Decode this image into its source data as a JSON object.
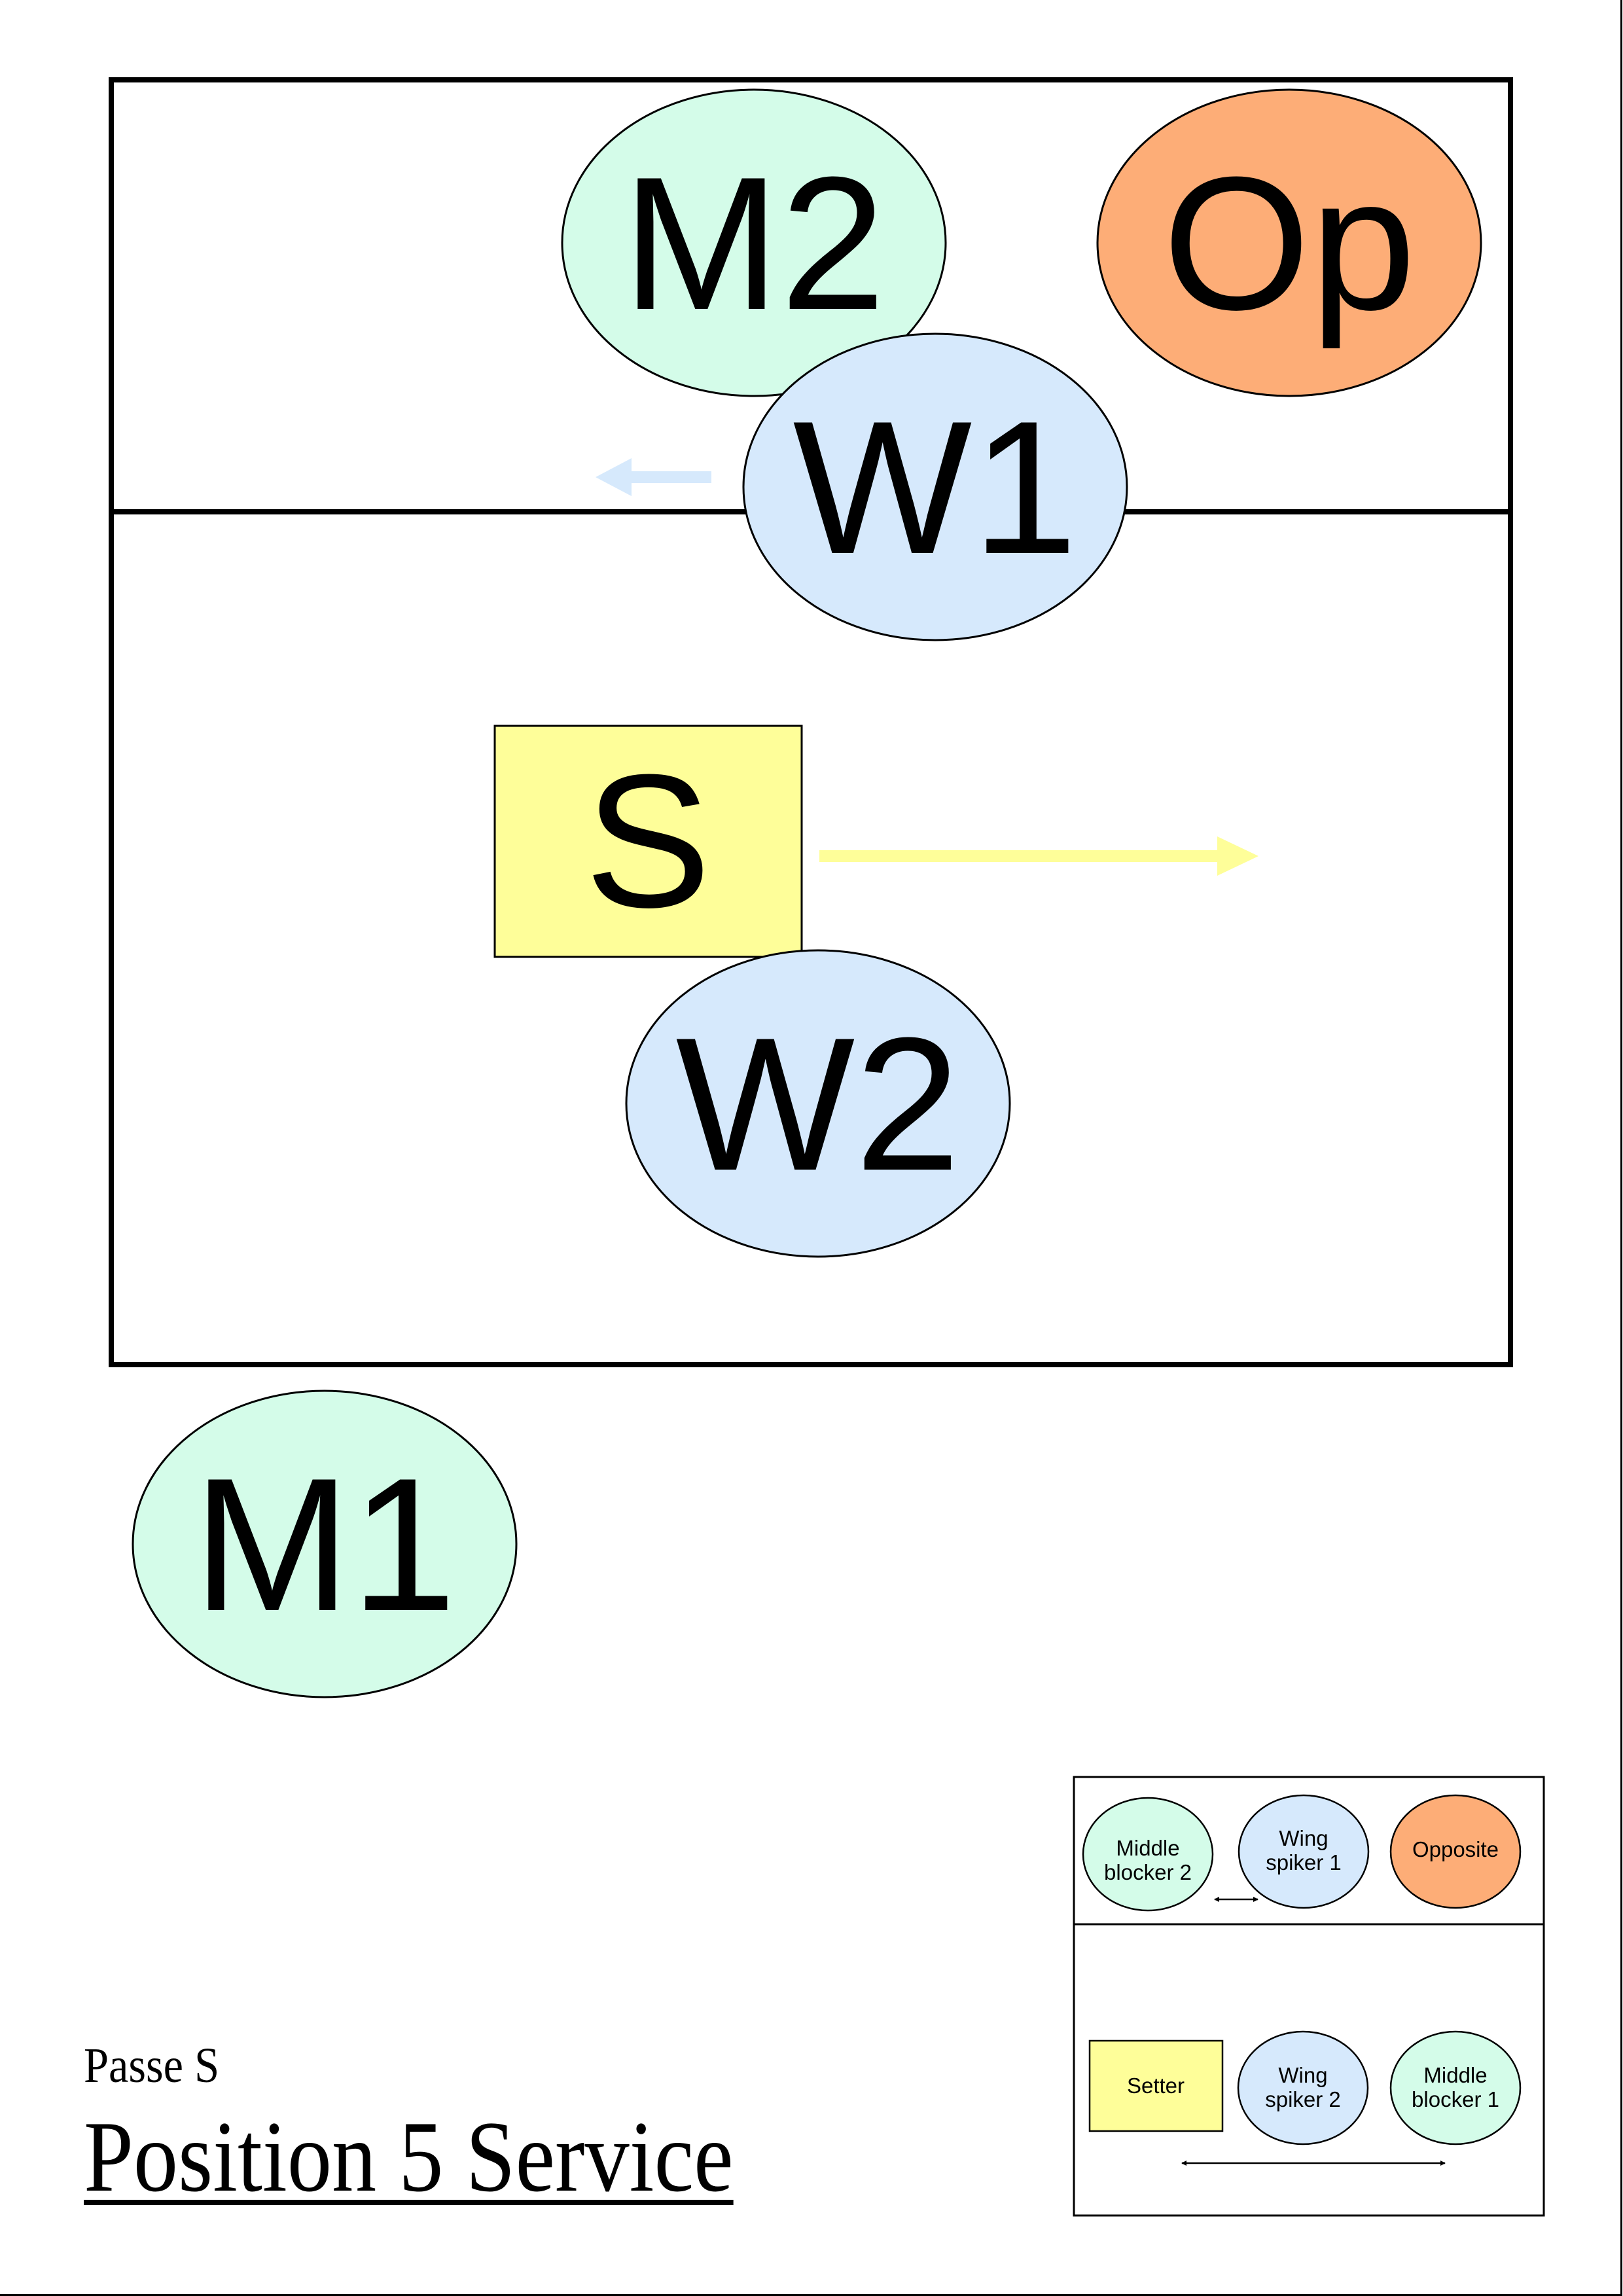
{
  "title": "Position 5 Service",
  "subtitle": "Passe S",
  "colors": {
    "middle_blocker": "#d4fce9",
    "wing_spiker": "#d6e9fc",
    "opposite": "#fdad77",
    "setter": "#fefe99",
    "wing_arrow": "#d6e9fc",
    "setter_arrow": "#fefe99"
  },
  "court": {
    "players": [
      {
        "id": "M2",
        "label": "M2",
        "role": "Middle blocker 2",
        "shape": "ellipse"
      },
      {
        "id": "Op",
        "label": "Op",
        "role": "Opposite",
        "shape": "ellipse"
      },
      {
        "id": "W1",
        "label": "W1",
        "role": "Wing spiker 1",
        "shape": "ellipse"
      },
      {
        "id": "S",
        "label": "S",
        "role": "Setter",
        "shape": "rectangle"
      },
      {
        "id": "W2",
        "label": "W2",
        "role": "Wing spiker 2",
        "shape": "ellipse"
      },
      {
        "id": "M1",
        "label": "M1",
        "role": "Middle blocker 1",
        "shape": "ellipse"
      }
    ],
    "arrows": [
      {
        "from": "W1",
        "direction": "left"
      },
      {
        "from": "S",
        "direction": "right"
      }
    ]
  },
  "legend": {
    "front_row": [
      {
        "line1": "Middle",
        "line2": "blocker 2"
      },
      {
        "line1": "Wing",
        "line2": "spiker 1"
      },
      {
        "line1": "Opposite",
        "line2": ""
      }
    ],
    "back_row": [
      {
        "line1": "Setter",
        "line2": ""
      },
      {
        "line1": "Wing",
        "line2": "spiker 2"
      },
      {
        "line1": "Middle",
        "line2": "blocker 1"
      }
    ]
  }
}
